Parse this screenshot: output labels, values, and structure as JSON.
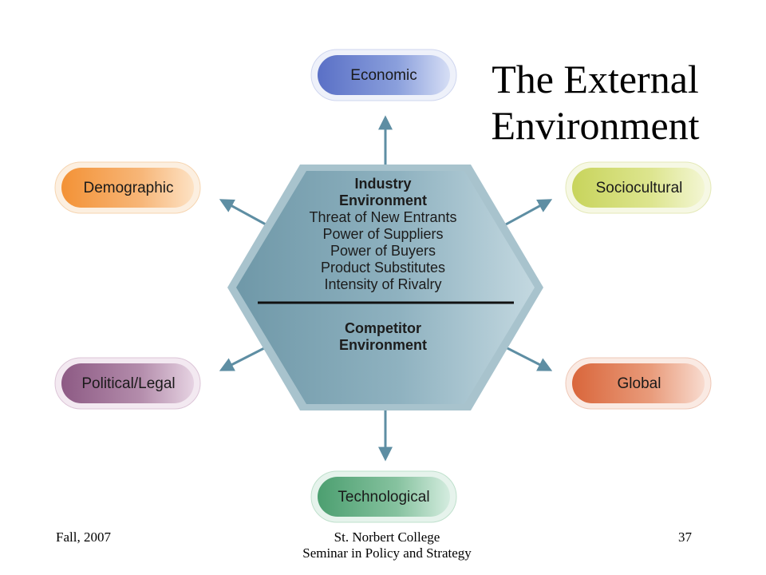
{
  "slide": {
    "title_line1": "The External",
    "title_line2": "Environment",
    "footer": {
      "left": "Fall, 2007",
      "center_line1": "St. Norbert College",
      "center_line2": "Seminar in Policy and Strategy",
      "right": "37"
    }
  },
  "hexagon": {
    "industry_line1": "Industry",
    "industry_line2": "Environment",
    "forces": [
      "Threat of New Entrants",
      "Power of Suppliers",
      "Power of Buyers",
      "Product Substitutes",
      "Intensity of Rivalry"
    ],
    "competitor_line1": "Competitor",
    "competitor_line2": "Environment"
  },
  "segments": {
    "economic": {
      "label": "Economic",
      "color": "#6d84cf"
    },
    "demographic": {
      "label": "Demographic",
      "color": "#f4a352"
    },
    "sociocultural": {
      "label": "Sociocultural",
      "color": "#d3dd73"
    },
    "political_legal": {
      "label": "Political/Legal",
      "color": "#9d6c93"
    },
    "global": {
      "label": "Global",
      "color": "#df7d56"
    },
    "technological": {
      "label": "Technological",
      "color": "#5fae80"
    }
  },
  "colors": {
    "hexagon": "#7da3b2",
    "arrow": "#5e8ea3"
  }
}
